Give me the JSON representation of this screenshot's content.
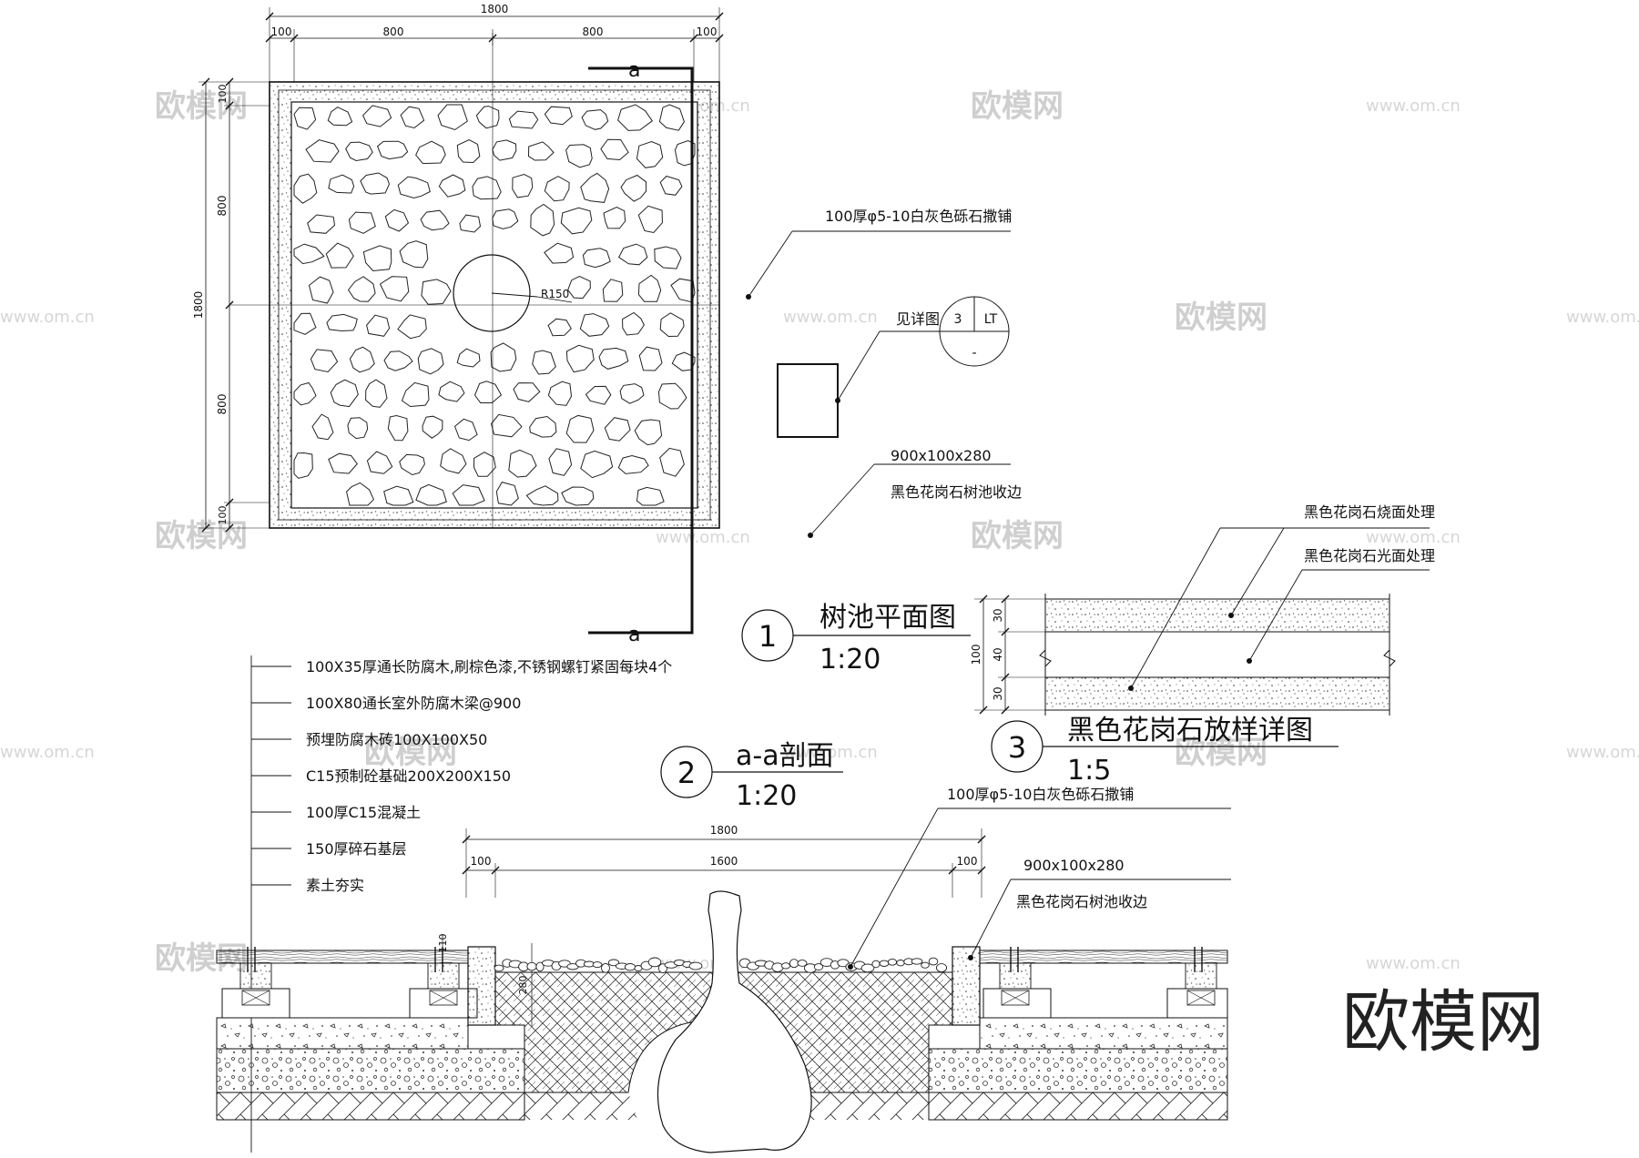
{
  "plan": {
    "dims_top": {
      "total": "1800",
      "segments": [
        "100",
        "800",
        "800",
        "100"
      ]
    },
    "dims_left": {
      "total": "1800",
      "segments": [
        "100",
        "800",
        "800",
        "100"
      ]
    },
    "radius_label": "R150",
    "section_mark": "a",
    "note_gravel": "100厚φ5-10白灰色砾石撒铺",
    "detail_ref": {
      "text": "见详图",
      "num": "3",
      "sheet": "LT",
      "dash": "-"
    },
    "note_edge_size": "900x100x280",
    "note_edge_desc": "黑色花岗石树池收边",
    "title": {
      "num": "1",
      "name": "树池平面图",
      "scale": "1:20"
    }
  },
  "detail3": {
    "note_top": "黑色花岗石烧面处理",
    "note_mid": "黑色花岗石光面处理",
    "dims": {
      "total": "100",
      "segments": [
        "30",
        "40",
        "30"
      ]
    },
    "title": {
      "num": "3",
      "name": "黑色花岗石放样详图",
      "scale": "1:5"
    }
  },
  "section": {
    "layers": [
      "100X35厚通长防腐木,刷棕色漆,不锈钢螺钉紧固每块4个",
      "100X80通长室外防腐木梁@900",
      "预埋防腐木砖100X100X50",
      "C15预制砼基础200X200X150",
      "100厚C15混凝土",
      "150厚碎石基层",
      "素土夯实"
    ],
    "title": {
      "num": "2",
      "name": "a-a剖面",
      "scale": "1:20"
    },
    "note_gravel": "100厚φ5-10白灰色砾石撒铺",
    "note_edge_size": "900x100x280",
    "note_edge_desc": "黑色花岗石树池收边",
    "dims": {
      "total": "1800",
      "segments": [
        "100",
        "1600",
        "100"
      ]
    },
    "dim_small": "110",
    "dim_depth": "280"
  },
  "watermark": {
    "cn": "欧模网",
    "en": "www.om.cn",
    "big": "欧模网"
  }
}
